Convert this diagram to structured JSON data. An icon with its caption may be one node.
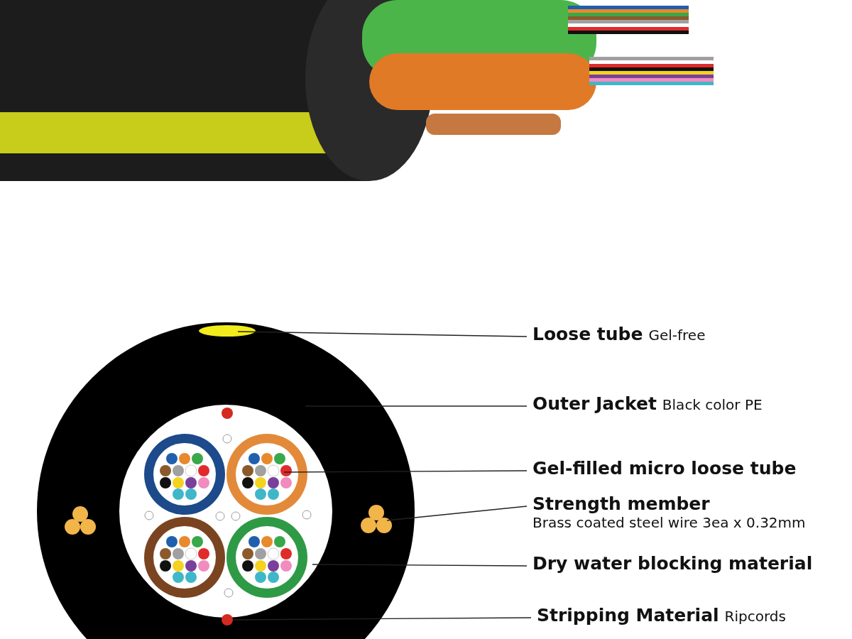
{
  "diagram": {
    "nodes": [
      {
        "text": [
          "Loose tube",
          "Gel-free"
        ]
      },
      {
        "text": [
          "Outer Jacket",
          "Black color PE"
        ]
      },
      {
        "text": [
          "Gel-filled micro loose tube"
        ]
      },
      {
        "text": [
          "Strength member",
          "Brass coated steel wire 3ea x 0.32mm"
        ]
      },
      {
        "text": [
          "Dry water blocking material"
        ]
      },
      {
        "text": [
          "Stripping Material",
          "Ripcords"
        ]
      },
      {
        "text": [],
        "shape": "circle",
        "in": 7
      },
      {
        "text": [],
        "shape": "circle"
      },
      {
        "text": [],
        "shape": "circle",
        "in": 10
      },
      {
        "text": [],
        "shape": "circle",
        "in": 7
      },
      {
        "text": [],
        "shape": "circle",
        "in": 7
      },
      {
        "text": [],
        "shape": "circle",
        "in": 7
      }
    ],
    "edges": [
      {
        "from": 0,
        "to": 6,
        "arrow": "none"
      },
      {
        "from": 1,
        "to": 7,
        "arrow": "none"
      },
      {
        "from": 2,
        "to": 8,
        "arrow": "none"
      },
      {
        "from": 3,
        "to": 9,
        "arrow": "none"
      },
      {
        "from": 4,
        "to": 10,
        "arrow": "none"
      },
      {
        "from": 5,
        "to": 11,
        "arrow": "none"
      }
    ]
  }
}
